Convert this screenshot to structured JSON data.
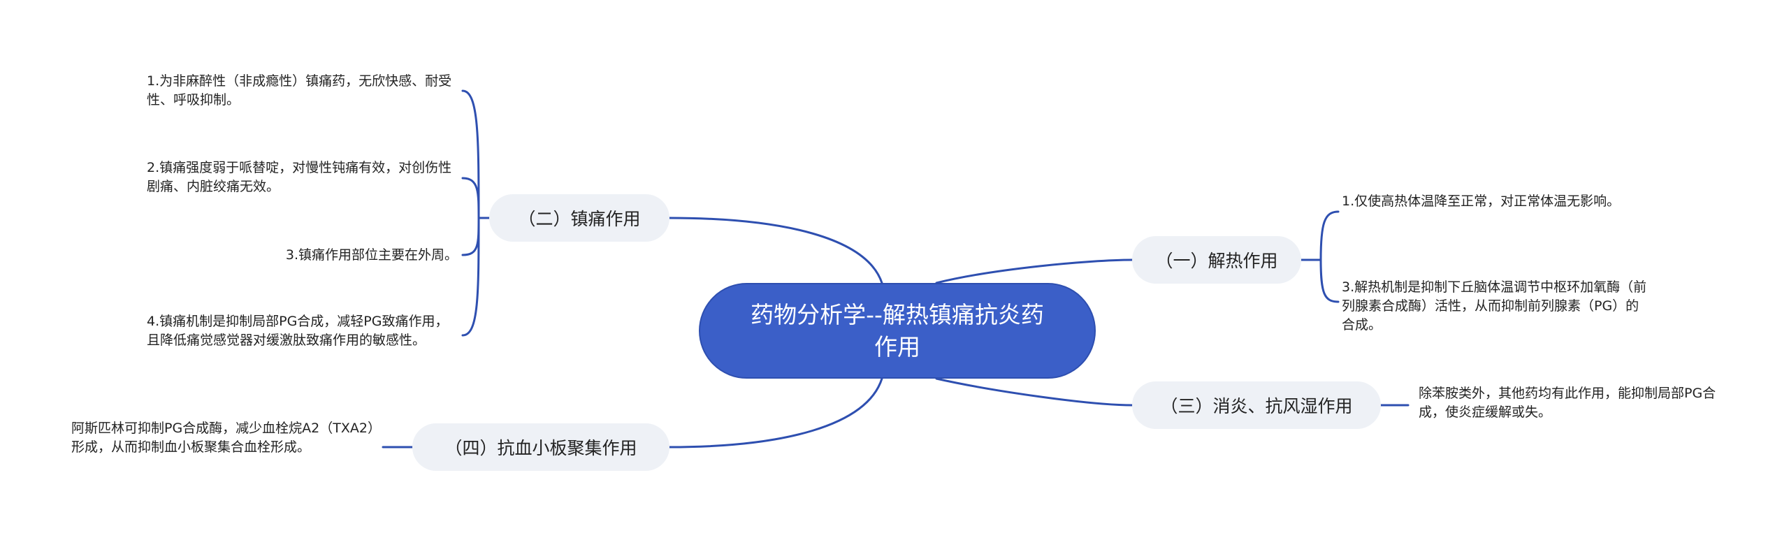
{
  "central": "药物分析学--解热镇痛抗炎药作用",
  "colors": {
    "central_fill": "#3b5fc8",
    "line": "#2e4fb0",
    "branch_fill": "#eef1f6"
  },
  "branches": [
    {
      "label": "（二）镇痛作用",
      "leaves": [
        "1.为非麻醉性（非成瘾性）镇痛药，无欣快感、耐受性、呼吸抑制。",
        "2.镇痛强度弱于哌替啶，对慢性钝痛有效，对创伤性剧痛、内脏绞痛无效。",
        "3.镇痛作用部位主要在外周。",
        "4.镇痛机制是抑制局部PG合成，减轻PG致痛作用，且降低痛觉感觉器对缓激肽致痛作用的敏感性。"
      ]
    },
    {
      "label": "（一）解热作用",
      "leaves": [
        "1.仅使高热体温降至正常，对正常体温无影响。",
        "3.解热机制是抑制下丘脑体温调节中枢环加氧酶（前列腺素合成酶）活性，从而抑制前列腺素（PG）的合成。"
      ]
    },
    {
      "label": "（三）消炎、抗风湿作用",
      "leaves": [
        "除苯胺类外，其他药均有此作用，能抑制局部PG合成，使炎症缓解或失。"
      ]
    },
    {
      "label": "（四）抗血小板聚集作用",
      "leaves": [
        "阿斯匹林可抑制PG合成酶，减少血栓烷A2（TXA2）形成，从而抑制血小板聚集合血栓形成。"
      ]
    }
  ]
}
